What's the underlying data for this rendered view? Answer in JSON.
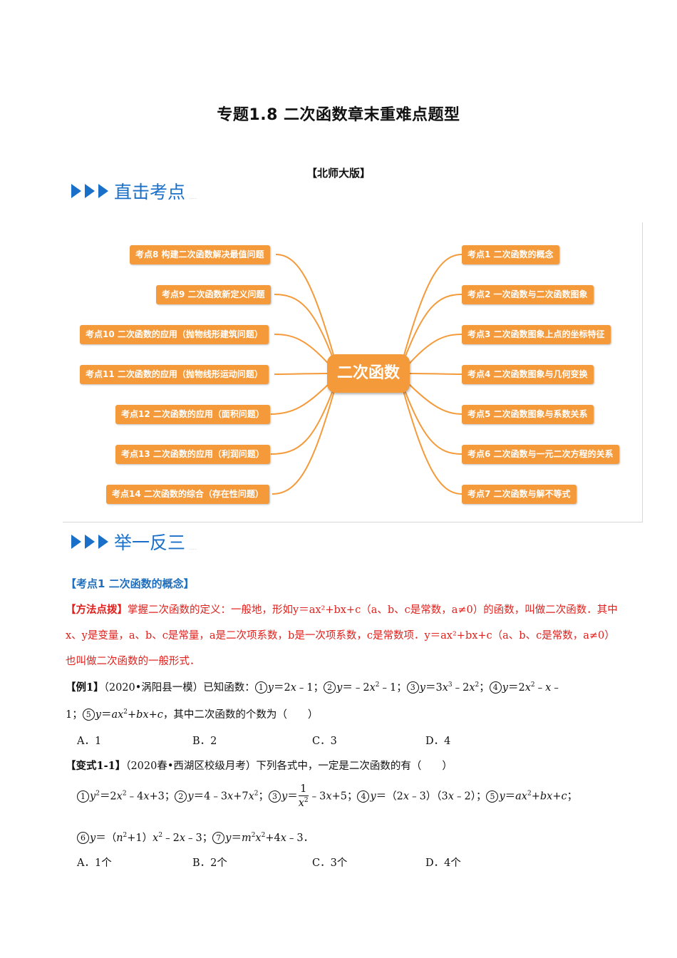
{
  "doc": {
    "title": "专题1.8  二次函数章末重难点题型",
    "edition": "【北师大版】"
  },
  "sections": {
    "s1": "直击考点",
    "s2": "举一反三",
    "marker": "……"
  },
  "mindmap": {
    "center": "二次函数",
    "left_nodes": [
      "考点8 构建二次函数解决最值问题",
      "考点9 二次函数新定义问题",
      "考点10 二次函数的应用（抛物线形建筑问题）",
      "考点11 二次函数的应用（抛物线形运动问题）",
      "考点12 二次函数的应用（面积问题）",
      "考点13 二次函数的应用（利润问题）",
      "考点14 二次函数的综合（存在性问题）"
    ],
    "right_nodes": [
      "考点1 二次函数的概念",
      "考点2 一次函数与二次函数图象",
      "考点3 二次函数图象上点的坐标特征",
      "考点4 二次函数图象与几何变换",
      "考点5 二次函数图象与系数关系",
      "考点6 二次函数与一元二次方程的关系",
      "考点7 二次函数与解不等式"
    ],
    "color": "#f59a3a"
  },
  "kaodian1": {
    "heading": "【考点1  二次函数的概念】",
    "method_label": "【方法点拨】",
    "method_text": "掌握二次函数的定义：一般地，形如y＝ax²+bx+c（a、b、c是常数，a≠0）的函数，叫做二次函数．其中x、y是变量，a、b、c是常量，a是二次项系数，b是一次项系数，c是常数项．y＝ax²+bx+c（a、b、c是常数，a≠0）也叫做二次函数的一般形式．"
  },
  "example1": {
    "label": "【例1】",
    "source": "（2020•涡阳县一模）已知函数：",
    "tail": "，其中二次函数的个数为（　　）",
    "options": [
      "A．1",
      "B．2",
      "C．3",
      "D．4"
    ]
  },
  "variant1": {
    "label": "【变式1-1】",
    "text": "（2020春•西湖区校级月考）下列各式中，一定是二次函数的有（　　）",
    "options": [
      "A．1个",
      "B．2个",
      "C．3个",
      "D．4个"
    ]
  },
  "colors": {
    "blue_heading": "#1a70c8",
    "red_text": "#e0201c",
    "kaodian_blue": "#1e6fbf"
  }
}
